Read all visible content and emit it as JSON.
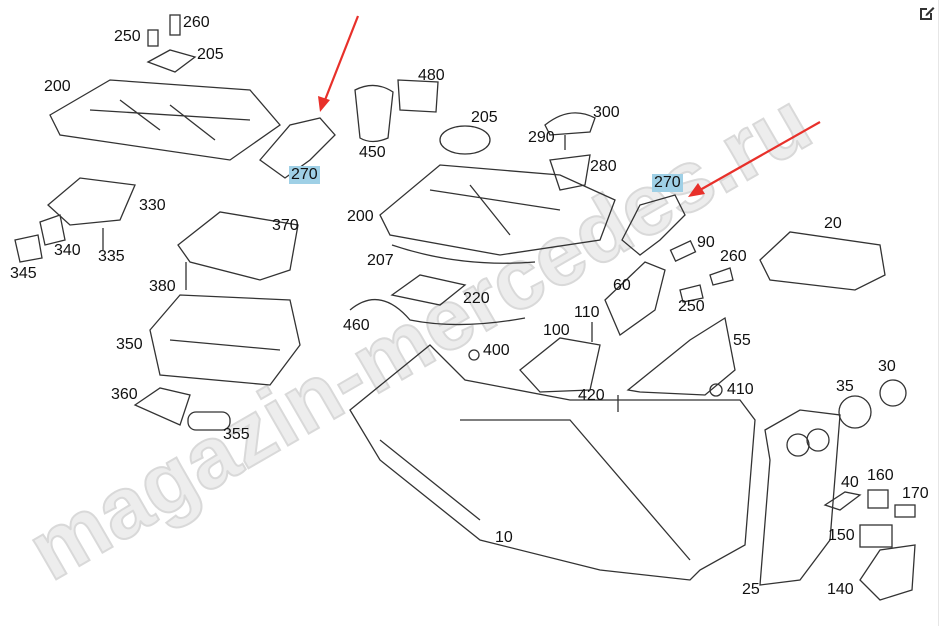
{
  "watermark": "magazin-mercedes.ru",
  "toolbar": {
    "edit_icon": "edit-icon"
  },
  "colors": {
    "arrow": "#e8302a",
    "highlight": "#9fd0e6",
    "line": "#333333"
  },
  "labels": [
    "250",
    "260",
    "205",
    "200",
    "270",
    "330",
    "340",
    "345",
    "335",
    "370",
    "380",
    "350",
    "360",
    "355",
    "480",
    "450",
    "205",
    "300",
    "290",
    "280",
    "270",
    "200",
    "207",
    "220",
    "460",
    "110",
    "100",
    "400",
    "90",
    "260",
    "60",
    "250",
    "55",
    "420",
    "410",
    "20",
    "30",
    "35",
    "10",
    "40",
    "160",
    "170",
    "150",
    "140",
    "25"
  ]
}
